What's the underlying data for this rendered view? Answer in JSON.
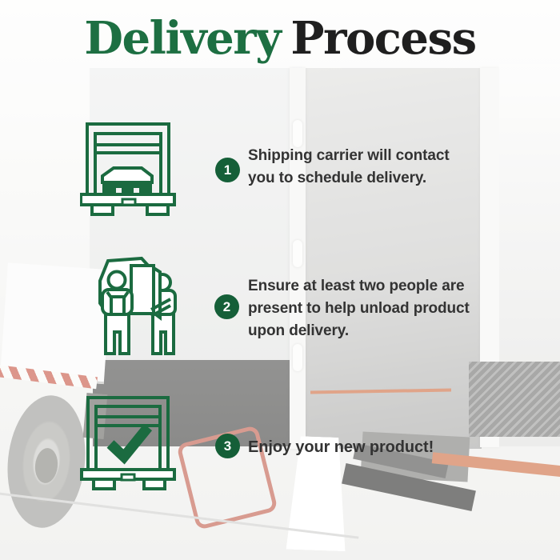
{
  "title": {
    "highlight": "Delivery",
    "rest": "Process"
  },
  "colors": {
    "brand_green": "#1d6f42",
    "icon_green": "#1b6b40",
    "badge_green": "#155f38",
    "text_dark": "#333333"
  },
  "steps": [
    {
      "number": "1",
      "icon": "loading-dock-pallet-icon",
      "text": "Shipping carrier will contact\nyou to schedule delivery."
    },
    {
      "number": "2",
      "icon": "movers-carrying-box-icon",
      "text": "Ensure at least two people are\npresent to help unload product\nupon delivery."
    },
    {
      "number": "3",
      "icon": "package-checkmark-icon",
      "text": "Enjoy your new product!"
    }
  ]
}
